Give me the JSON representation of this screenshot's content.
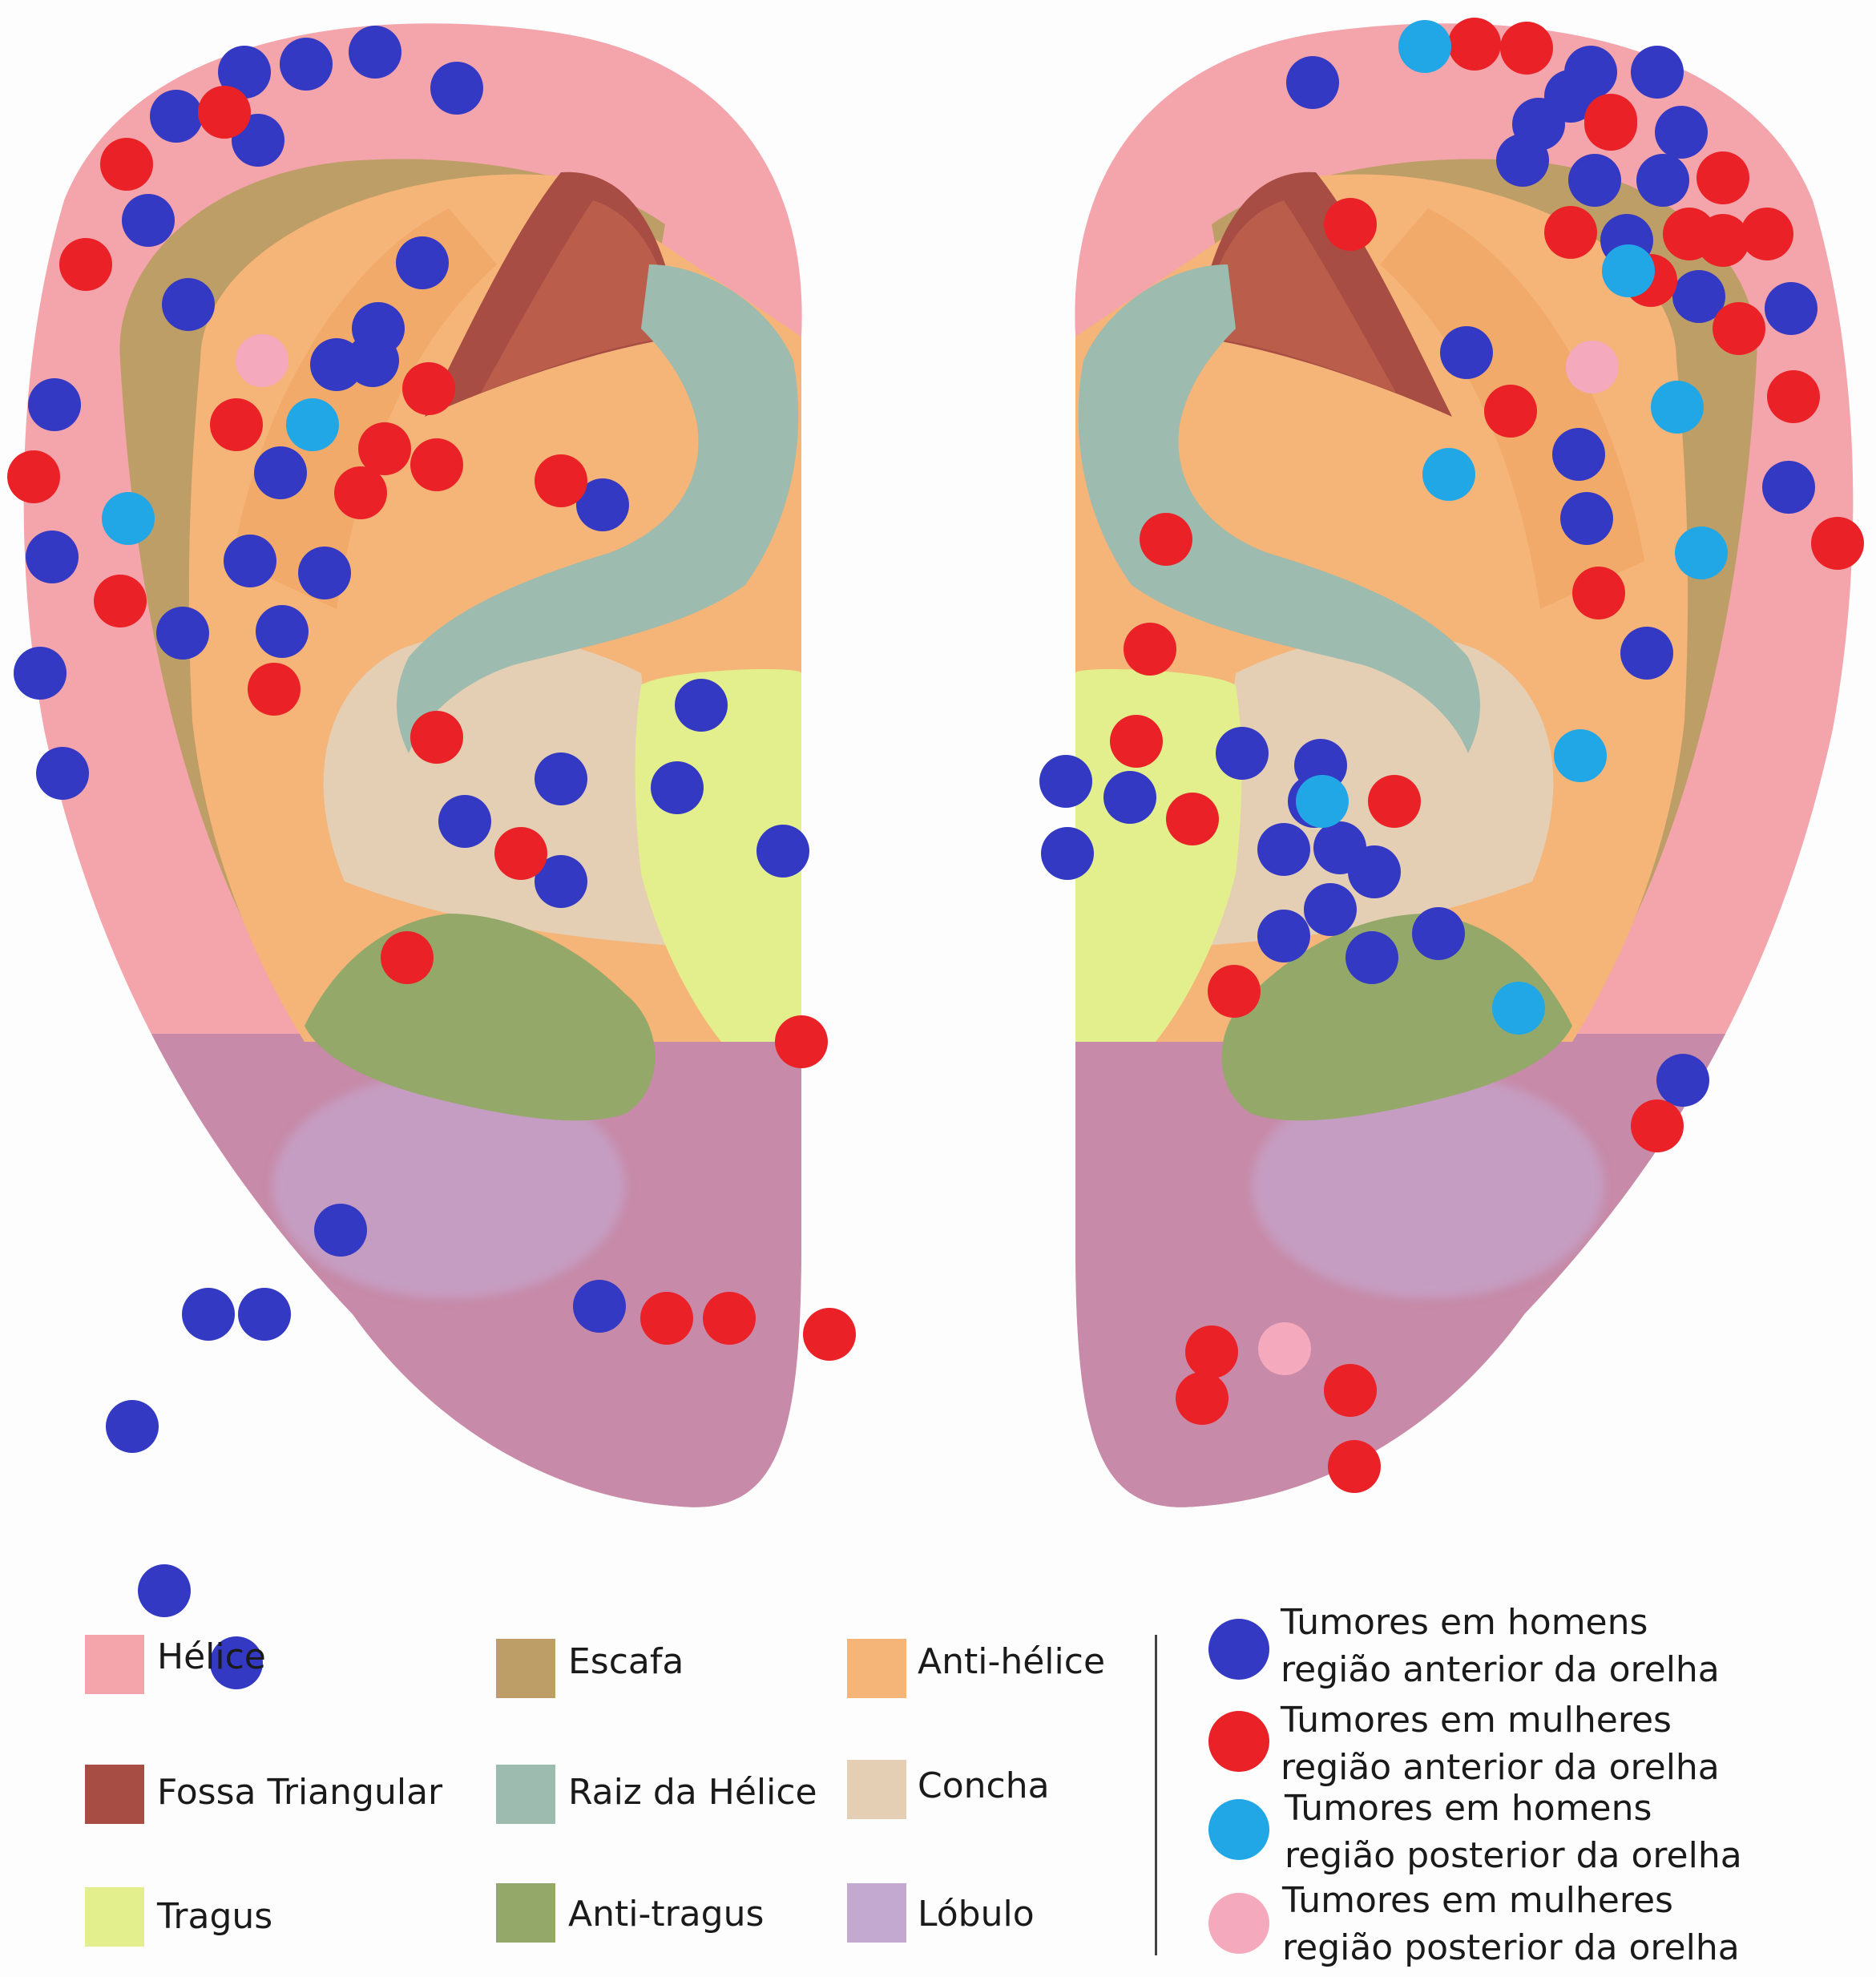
{
  "regions": [
    {
      "key": "helice",
      "label": "Hélice",
      "color": "#f4a4ab"
    },
    {
      "key": "escafa",
      "label": "Escafa",
      "color": "#bd9e66"
    },
    {
      "key": "antihelice",
      "label": "Anti-hélice",
      "color": "#f5b478"
    },
    {
      "key": "fossa",
      "label": "Fossa Triangular",
      "color": "#a84d44"
    },
    {
      "key": "raiz",
      "label": "Raiz da Hélice",
      "color": "#9dbbae"
    },
    {
      "key": "concha",
      "label": "Concha",
      "color": "#e5cfb4"
    },
    {
      "key": "tragus",
      "label": "Tragus",
      "color": "#e3ef8c"
    },
    {
      "key": "antitragus",
      "label": "Anti-tragus",
      "color": "#94a86a"
    },
    {
      "key": "lobulo",
      "label": "Lóbulo",
      "color": "#c3a8cf"
    }
  ],
  "markers": [
    {
      "key": "men_ant",
      "line1": "Tumores em homens",
      "line2": "região anterior da orelha",
      "color": "#3339c2"
    },
    {
      "key": "women_ant",
      "line1": "Tumores em mulheres",
      "line2": "região anterior da orelha",
      "color": "#ea2227"
    },
    {
      "key": "men_post",
      "line1": "Tumores em homens",
      "line2": "região posterior da orelha",
      "color": "#21a7e6"
    },
    {
      "key": "women_post",
      "line1": "Tumores em mulheres",
      "line2": "região posterior da orelha",
      "color": "#f4a9bd"
    }
  ],
  "points": {
    "left_ear": {
      "men_ant": 35,
      "women_ant": 22,
      "men_post": 2,
      "women_post": 1
    },
    "right_ear": {
      "men_ant": 31,
      "women_ant": 24,
      "men_post": 8,
      "women_post": 2
    }
  }
}
